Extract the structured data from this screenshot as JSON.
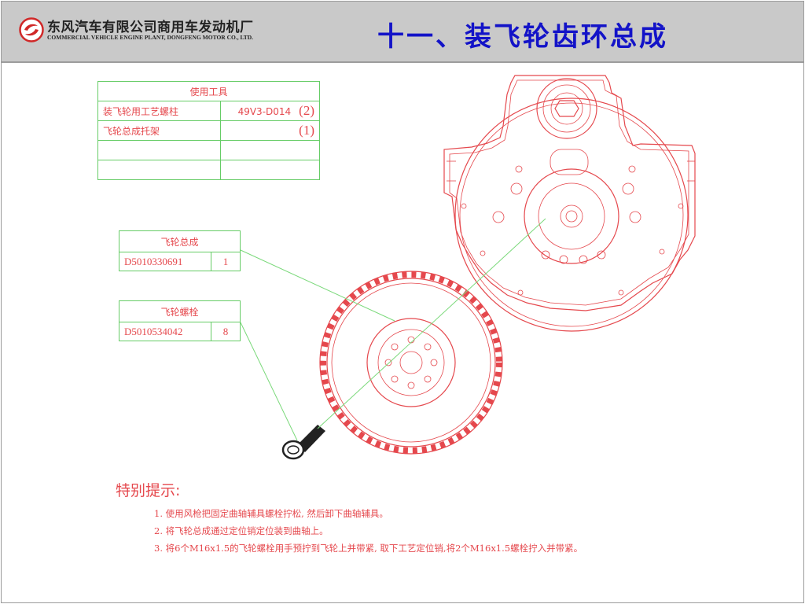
{
  "header": {
    "company_cn": "东风汽车有限公司商用车发动机厂",
    "company_en": "COMMERCIAL VEHICLE ENGINE PLANT, DONGFENG MOTOR CO., LTD.",
    "title": "十一、装飞轮齿环总成",
    "logo_icon": "dongfeng-logo-icon"
  },
  "tools_table": {
    "header": "使用工具",
    "rows": [
      {
        "name": "装飞轮用工艺螺柱",
        "code": "49V3-D014",
        "qty": "(2)"
      },
      {
        "name": "飞轮总成托架",
        "code": "",
        "qty": "(1)"
      },
      {
        "name": "",
        "code": "",
        "qty": ""
      },
      {
        "name": "",
        "code": "",
        "qty": ""
      }
    ]
  },
  "parts": [
    {
      "name": "飞轮总成",
      "number": "D5010330691",
      "qty": "1"
    },
    {
      "name": "飞轮螺栓",
      "number": "D5010534042",
      "qty": "8"
    }
  ],
  "notes": {
    "title": "特别提示:",
    "items": [
      "1. 使用风枪把固定曲轴辅具螺栓拧松, 然后卸下曲轴辅具。",
      "2. 将飞轮总成通过定位销定位装到曲轴上。",
      "3. 将6个M16x1.5的飞轮螺栓用手预拧到飞轮上并带紧, 取下工艺定位销,将2个M16x1.5螺栓拧入并带紧。"
    ]
  },
  "colors": {
    "title": "#1313c8",
    "drawing": "#e5484d",
    "leader": "#7bd97b",
    "header_bg": "#c9c9c9"
  }
}
